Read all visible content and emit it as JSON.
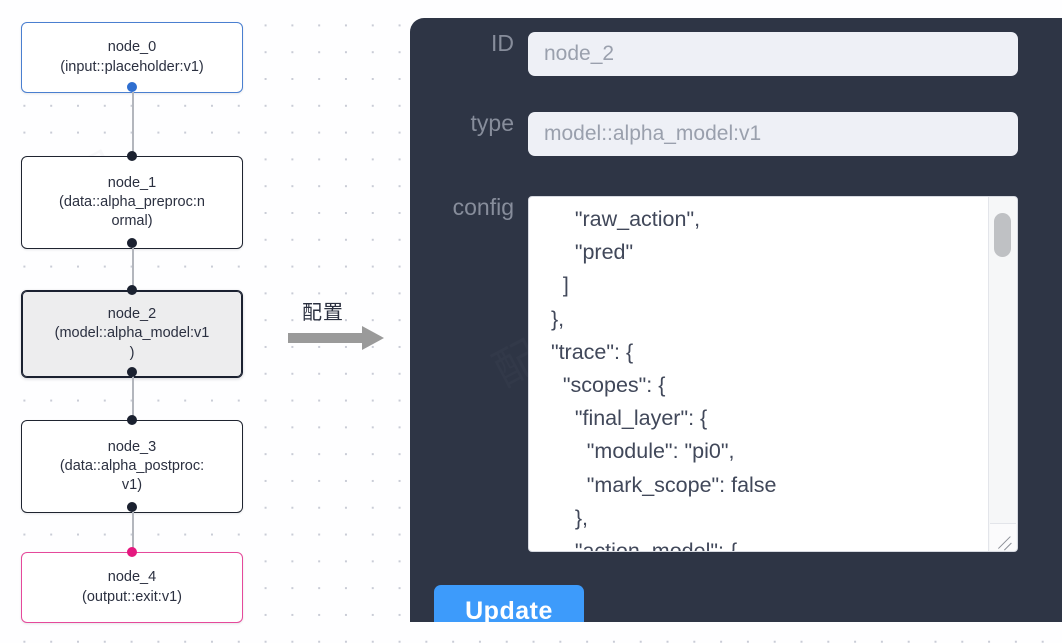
{
  "graph": {
    "nodes": [
      {
        "id": "node_0",
        "title": "node_0",
        "subtitle": "(input::placeholder:v1)",
        "kind": "input",
        "selected": false
      },
      {
        "id": "node_1",
        "title": "node_1",
        "subtitle": "(data::alpha_preproc:n\normal)",
        "kind": "default",
        "selected": false
      },
      {
        "id": "node_2",
        "title": "node_2",
        "subtitle": "(model::alpha_model:v1\n)",
        "kind": "default",
        "selected": true
      },
      {
        "id": "node_3",
        "title": "node_3",
        "subtitle": "(data::alpha_postproc:\nv1)",
        "kind": "default",
        "selected": false
      },
      {
        "id": "node_4",
        "title": "node_4",
        "subtitle": "(output::exit:v1)",
        "kind": "output",
        "selected": false
      }
    ],
    "colors": {
      "input_border": "#4a7fd0",
      "output_border": "#e5499b",
      "default_border": "#1f2430",
      "selected_fill": "#ededee",
      "edge": "#b3b6bd",
      "handle": "#1b2130",
      "handle_input": "#2f6fd0",
      "handle_output": "#e5187f"
    }
  },
  "annotation": {
    "label": "配置",
    "arrow_color": "#9a9a9a"
  },
  "inspector": {
    "panel_color": "#2e3545",
    "accent_color": "#3d9bfb",
    "fields": {
      "id": {
        "label": "ID",
        "value": "node_2"
      },
      "type": {
        "label": "type",
        "value": "model::alpha_model:v1"
      },
      "config": {
        "label": "config",
        "value": "      \"raw_action\",\n      \"pred\"\n    ]\n  },\n  \"trace\": {\n    \"scopes\": {\n      \"final_layer\": {\n        \"module\": \"pi0\",\n        \"mark_scope\": false\n      },\n      \"action_model\": {"
      }
    },
    "update_button": "Update"
  }
}
